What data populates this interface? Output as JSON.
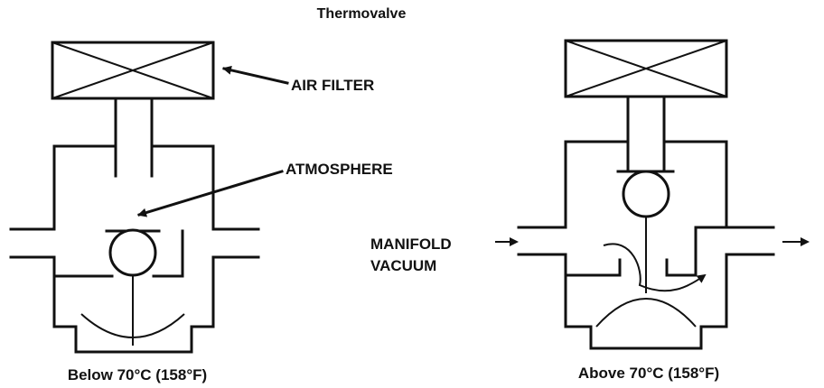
{
  "title": "Thermovalve",
  "labels": {
    "air_filter": "AIR FILTER",
    "atmosphere": "ATMOSPHERE",
    "manifold_line1": "MANIFOLD",
    "manifold_line2": "VACUUM"
  },
  "captions": {
    "left": "Below 70°C (158°F)",
    "right": "Above 70°C (158°F)"
  },
  "colors": {
    "ink": "#111111",
    "background": "#ffffff"
  }
}
